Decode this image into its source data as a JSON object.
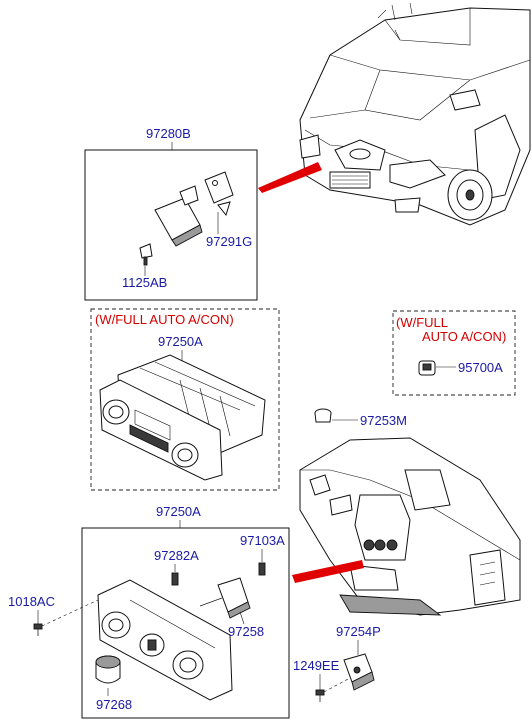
{
  "labels": {
    "p97280B": "97280B",
    "p97291G": "97291G",
    "p1125AB": "1125AB",
    "p97250A_top": "97250A",
    "p97253M": "97253M",
    "p95700A": "95700A",
    "p97250A_bottom": "97250A",
    "p97282A": "97282A",
    "p97103A": "97103A",
    "p1018AC": "1018AC",
    "p97258": "97258",
    "p97268": "97268",
    "p97254P": "97254P",
    "p1249EE": "1249EE"
  },
  "notes": {
    "auto_acon_left": "(W/FULL AUTO A/CON)",
    "auto_acon_right_line1": "(W/FULL",
    "auto_acon_right_line2": "AUTO A/CON)"
  },
  "colors": {
    "part_number": "#1a1aa6",
    "note": "#d40000",
    "pointer": "#e00000"
  }
}
